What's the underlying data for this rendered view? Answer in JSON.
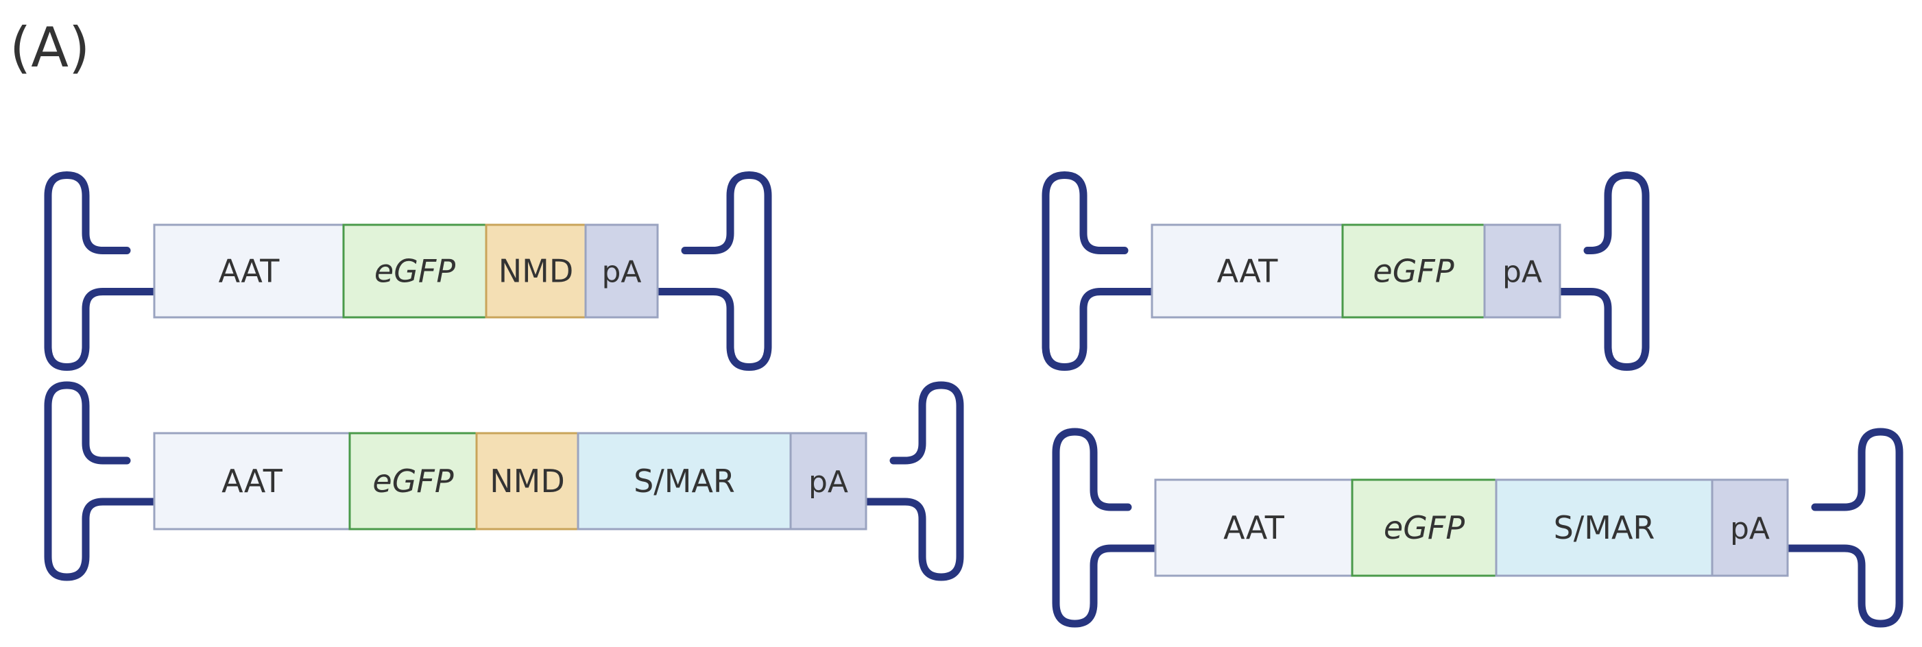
{
  "panel_label": "(A)",
  "colors": {
    "itr": "#27357f",
    "AAT": "#f1f4fa",
    "eGFP": "#e1f3d9",
    "NMD": "#f4dfb4",
    "S/MAR": "#d8eef6",
    "pA": "#cfd4e8",
    "box_stroke_default": "#9aa3c0",
    "box_stroke_egfp": "#4a9a4a",
    "box_stroke_nmd": "#c9a45a",
    "text": "#333333"
  },
  "constructs": [
    {
      "name": "aat-egfp-nmd-pa",
      "elements": [
        {
          "key": "AAT",
          "label": "AAT",
          "italic": false
        },
        {
          "key": "eGFP",
          "label": "eGFP",
          "italic": true
        },
        {
          "key": "NMD",
          "label": "NMD",
          "italic": false
        },
        {
          "key": "pA",
          "label": "pA",
          "italic": false
        }
      ]
    },
    {
      "name": "aat-egfp-pa",
      "elements": [
        {
          "key": "AAT",
          "label": "AAT",
          "italic": false
        },
        {
          "key": "eGFP",
          "label": "eGFP",
          "italic": true
        },
        {
          "key": "pA",
          "label": "pA",
          "italic": false
        }
      ]
    },
    {
      "name": "aat-egfp-nmd-smar-pa",
      "elements": [
        {
          "key": "AAT",
          "label": "AAT",
          "italic": false
        },
        {
          "key": "eGFP",
          "label": "eGFP",
          "italic": true
        },
        {
          "key": "NMD",
          "label": "NMD",
          "italic": false
        },
        {
          "key": "S/MAR",
          "label": "S/MAR",
          "italic": false
        },
        {
          "key": "pA",
          "label": "pA",
          "italic": false
        }
      ]
    },
    {
      "name": "aat-egfp-smar-pa",
      "elements": [
        {
          "key": "AAT",
          "label": "AAT",
          "italic": false
        },
        {
          "key": "eGFP",
          "label": "eGFP",
          "italic": true
        },
        {
          "key": "S/MAR",
          "label": "S/MAR",
          "italic": false
        },
        {
          "key": "pA",
          "label": "pA",
          "italic": false
        }
      ]
    }
  ]
}
